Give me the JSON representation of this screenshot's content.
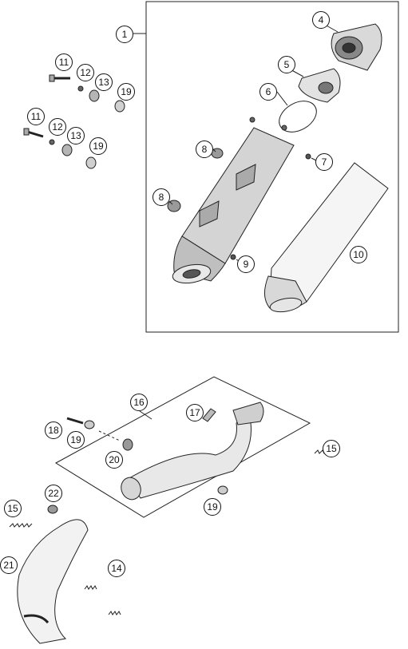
{
  "diagram": {
    "callouts": [
      {
        "id": "c1",
        "label": "1"
      },
      {
        "id": "c4",
        "label": "4"
      },
      {
        "id": "c5",
        "label": "5"
      },
      {
        "id": "c6",
        "label": "6"
      },
      {
        "id": "c7",
        "label": "7"
      },
      {
        "id": "c8a",
        "label": "8"
      },
      {
        "id": "c8b",
        "label": "8"
      },
      {
        "id": "c9",
        "label": "9"
      },
      {
        "id": "c10",
        "label": "10"
      },
      {
        "id": "c11a",
        "label": "11"
      },
      {
        "id": "c12a",
        "label": "12"
      },
      {
        "id": "c13a",
        "label": "13"
      },
      {
        "id": "c19a",
        "label": "19"
      },
      {
        "id": "c11b",
        "label": "11"
      },
      {
        "id": "c12b",
        "label": "12"
      },
      {
        "id": "c13b",
        "label": "13"
      },
      {
        "id": "c19b",
        "label": "19"
      },
      {
        "id": "c16",
        "label": "16"
      },
      {
        "id": "c17",
        "label": "17"
      },
      {
        "id": "c18",
        "label": "18"
      },
      {
        "id": "c19c",
        "label": "19"
      },
      {
        "id": "c20",
        "label": "20"
      },
      {
        "id": "c19d",
        "label": "19"
      },
      {
        "id": "c15a",
        "label": "15"
      },
      {
        "id": "c15b",
        "label": "15"
      },
      {
        "id": "c22",
        "label": "22"
      },
      {
        "id": "c21",
        "label": "21"
      },
      {
        "id": "c14",
        "label": "14"
      }
    ]
  }
}
